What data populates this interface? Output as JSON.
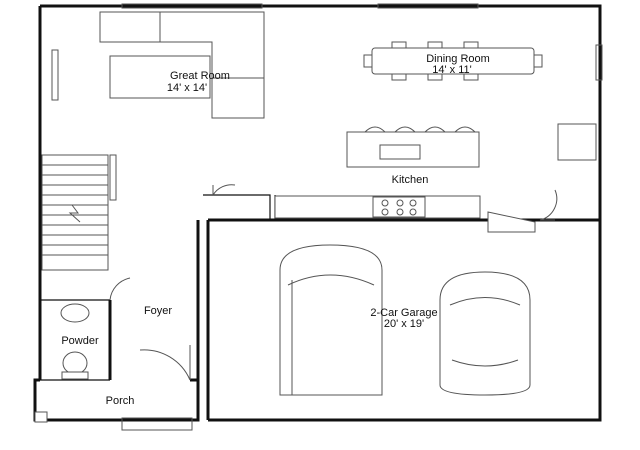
{
  "rooms": {
    "great_room": {
      "name": "Great Room",
      "size": "14' x 14'"
    },
    "dining_room": {
      "name": "Dining Room",
      "size": "14' x 11'"
    },
    "kitchen": {
      "name": "Kitchen"
    },
    "foyer": {
      "name": "Foyer"
    },
    "powder": {
      "name": "Powder"
    },
    "porch": {
      "name": "Porch"
    },
    "garage": {
      "name": "2-Car Garage",
      "size": "20' x 19'"
    }
  },
  "colors": {
    "wall": "#111111",
    "fixture": "#555555",
    "background": "#ffffff"
  },
  "icons": [
    "sofa-icon",
    "dining-table-icon",
    "kitchen-island-icon",
    "stove-icon",
    "sink-icon",
    "toilet-icon",
    "stairs-icon",
    "car-icon",
    "door-swing-icon"
  ]
}
